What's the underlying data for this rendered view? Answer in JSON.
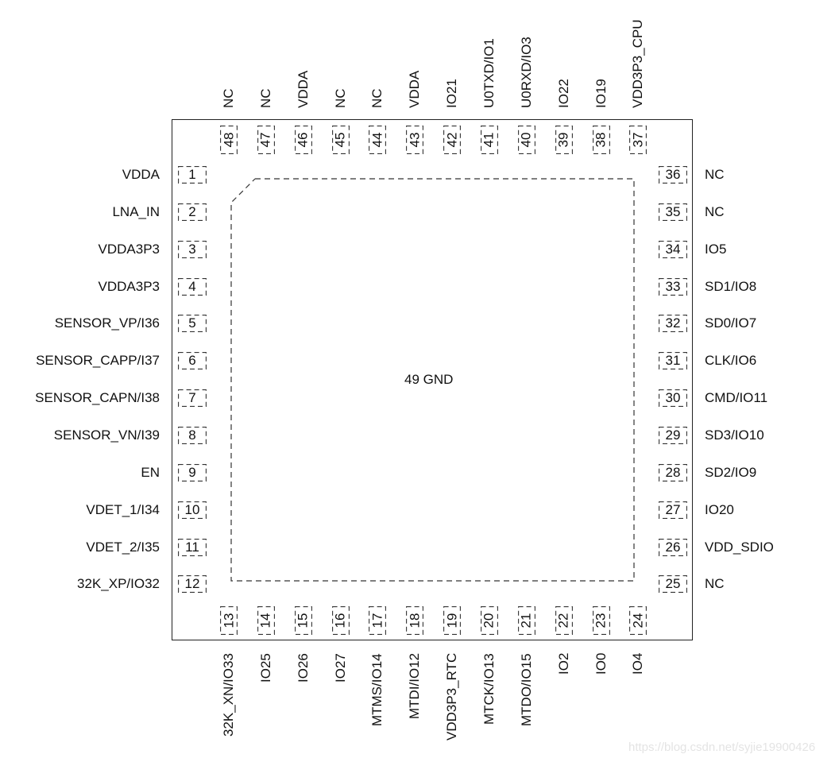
{
  "diagram": {
    "type": "IC pinout diagram (48-pin QFN, top view)",
    "center_pad": {
      "number": "49",
      "name": "GND",
      "label": "49 GND"
    },
    "pins_left": [
      {
        "number": "1",
        "name": "VDDA"
      },
      {
        "number": "2",
        "name": "LNA_IN"
      },
      {
        "number": "3",
        "name": "VDDA3P3"
      },
      {
        "number": "4",
        "name": "VDDA3P3"
      },
      {
        "number": "5",
        "name": "SENSOR_VP/I36"
      },
      {
        "number": "6",
        "name": "SENSOR_CAPP/I37"
      },
      {
        "number": "7",
        "name": "SENSOR_CAPN/I38"
      },
      {
        "number": "8",
        "name": "SENSOR_VN/I39"
      },
      {
        "number": "9",
        "name": "EN"
      },
      {
        "number": "10",
        "name": "VDET_1/I34"
      },
      {
        "number": "11",
        "name": "VDET_2/I35"
      },
      {
        "number": "12",
        "name": "32K_XP/IO32"
      }
    ],
    "pins_bottom": [
      {
        "number": "13",
        "name": "32K_XN/IO33"
      },
      {
        "number": "14",
        "name": "IO25"
      },
      {
        "number": "15",
        "name": "IO26"
      },
      {
        "number": "16",
        "name": "IO27"
      },
      {
        "number": "17",
        "name": "MTMS/IO14"
      },
      {
        "number": "18",
        "name": "MTDI/IO12"
      },
      {
        "number": "19",
        "name": "VDD3P3_RTC"
      },
      {
        "number": "20",
        "name": "MTCK/IO13"
      },
      {
        "number": "21",
        "name": "MTDO/IO15"
      },
      {
        "number": "22",
        "name": "IO2"
      },
      {
        "number": "23",
        "name": "IO0"
      },
      {
        "number": "24",
        "name": "IO4"
      }
    ],
    "pins_right": [
      {
        "number": "36",
        "name": "NC"
      },
      {
        "number": "35",
        "name": "NC"
      },
      {
        "number": "34",
        "name": "IO5"
      },
      {
        "number": "33",
        "name": "SD1/IO8"
      },
      {
        "number": "32",
        "name": "SD0/IO7"
      },
      {
        "number": "31",
        "name": "CLK/IO6"
      },
      {
        "number": "30",
        "name": "CMD/IO11"
      },
      {
        "number": "29",
        "name": "SD3/IO10"
      },
      {
        "number": "28",
        "name": "SD2/IO9"
      },
      {
        "number": "27",
        "name": "IO20"
      },
      {
        "number": "26",
        "name": "VDD_SDIO"
      },
      {
        "number": "25",
        "name": "NC"
      }
    ],
    "pins_top": [
      {
        "number": "48",
        "name": "NC"
      },
      {
        "number": "47",
        "name": "NC"
      },
      {
        "number": "46",
        "name": "VDDA"
      },
      {
        "number": "45",
        "name": "NC"
      },
      {
        "number": "44",
        "name": "NC"
      },
      {
        "number": "43",
        "name": "VDDA"
      },
      {
        "number": "42",
        "name": "IO21"
      },
      {
        "number": "41",
        "name": "U0TXD/IO1"
      },
      {
        "number": "40",
        "name": "U0RXD/IO3"
      },
      {
        "number": "39",
        "name": "IO22"
      },
      {
        "number": "38",
        "name": "IO19"
      },
      {
        "number": "37",
        "name": "VDD3P3_CPU"
      }
    ]
  },
  "watermark": "https://blog.csdn.net/syjie19900426",
  "colors": {
    "outline": "#222222",
    "text": "#111111",
    "watermark": "#e4e4e4",
    "background": "#ffffff"
  }
}
